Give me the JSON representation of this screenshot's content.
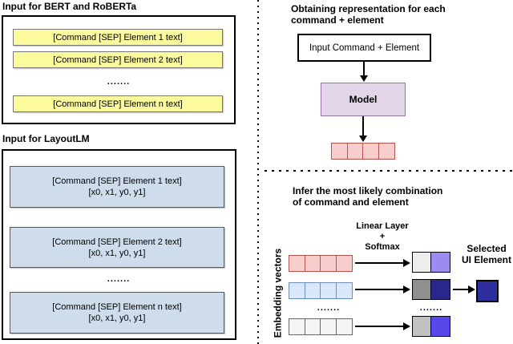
{
  "left_panel": {
    "bert_section": {
      "title": "Input for BERT and RoBERTa",
      "rows": [
        "[Command [SEP] Element 1 text]",
        "[Command [SEP] Element 2 text]",
        "[Command [SEP] Element n text]"
      ],
      "ellipsis": "......."
    },
    "layoutlm_section": {
      "title": "Input for LayoutLM",
      "rows": [
        {
          "text": "[Command [SEP] Element 1 text]",
          "coords": "[x0, x1, y0, y1]"
        },
        {
          "text": "[Command [SEP] Element 2 text]",
          "coords": "[x0, x1, y0, y1]"
        },
        {
          "text": "[Command [SEP] Element n text]",
          "coords": "[x0, x1, y0, y1]"
        }
      ],
      "ellipsis": "......."
    }
  },
  "right_panel": {
    "representation_section": {
      "heading_line1": "Obtaining representation for each",
      "heading_line2": "command + element",
      "input_box_label": "Input Command + Element",
      "model_box_label": "Model"
    },
    "inference_section": {
      "heading_line1": "Infer the most likely combination",
      "heading_line2": "of command and element",
      "linear_layer_line1": "Linear Layer",
      "linear_layer_line2": "+",
      "linear_layer_line3": "Softmax",
      "selected_line1": "Selected",
      "selected_line2": "UI Element",
      "embedding_axis_label": "Embedding vectors",
      "ellipsis_rows": ".......",
      "ellipsis_pairs": "......."
    }
  },
  "colors": {
    "yellow_fill": "#FBFB9E",
    "yellow_border": "#777777",
    "blue_fill": "#CFDCEC",
    "blue_border": "#595959",
    "model_fill": "#E1D5E7",
    "model_border": "#9673A6",
    "red_cell_fill": "#F8CECC",
    "red_cell_border": "#B85450",
    "lightblue_cell_fill": "#DAE8FC",
    "lightblue_cell_border": "#6C8EBF",
    "gray_cell_fill": "#F4F4F4",
    "gray_cell_border": "#666666",
    "pair1_left": "#EDEDED",
    "pair1_right": "#9B8CF1",
    "pair2_left": "#8F8F8F",
    "pair2_right": "#28288C",
    "pair3_left": "#C2C2C2",
    "pair3_right": "#5847EA",
    "selected_cell_fill": "#2E2E9E",
    "line_color": "#000000"
  }
}
